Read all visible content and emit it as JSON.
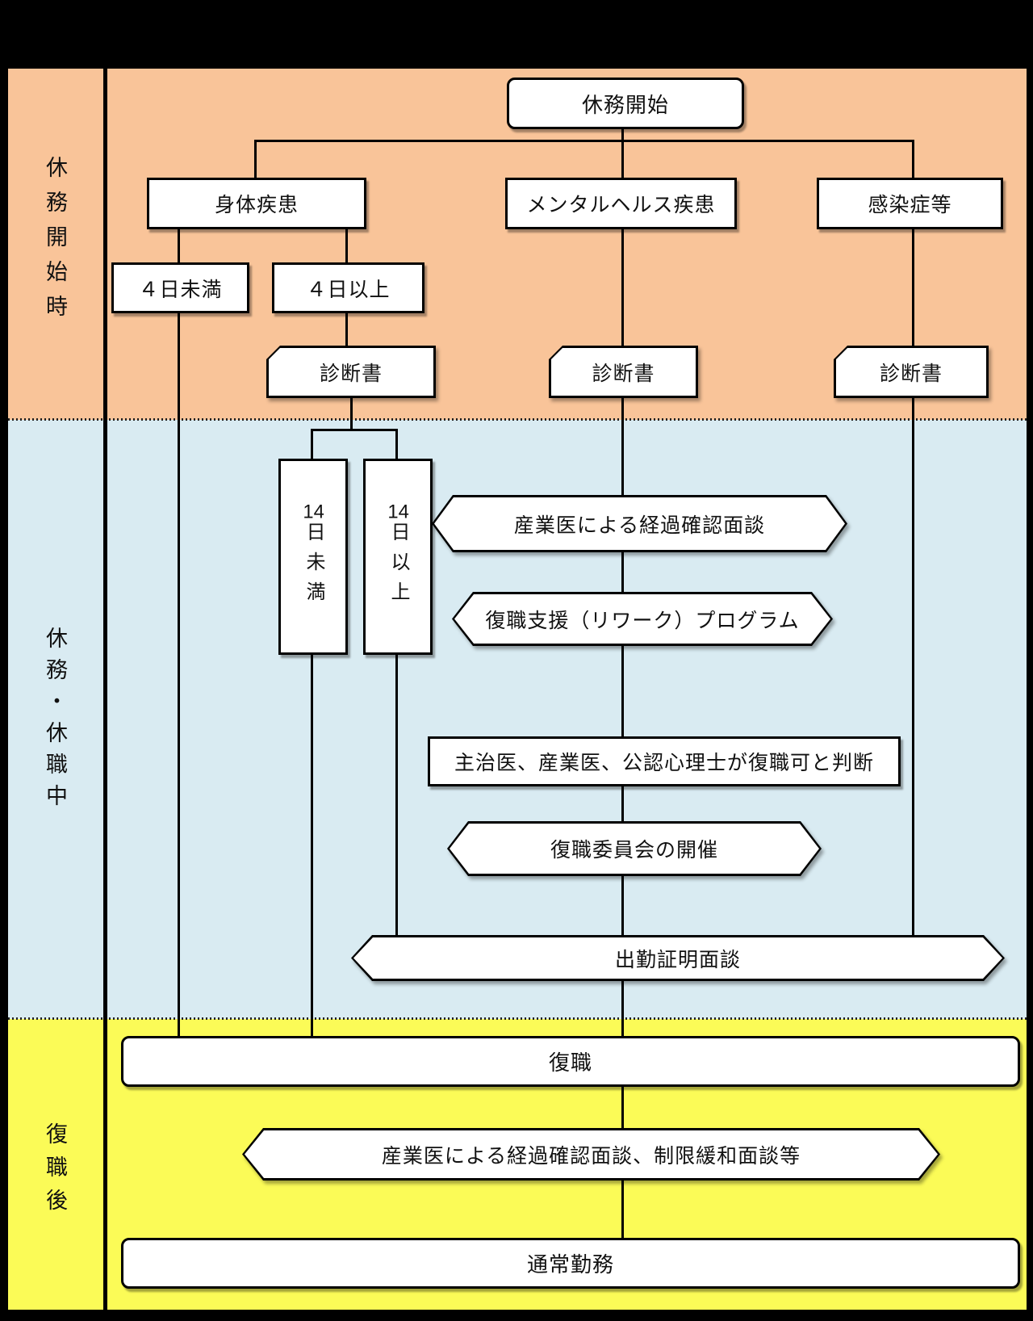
{
  "colors": {
    "background": "#000000",
    "band_start": "#F9C499",
    "band_during": "#D9EBF2",
    "band_after": "#FBFB57",
    "shape_fill": "#FFFFFF",
    "line": "#000000"
  },
  "sidebar": {
    "band_start_label": "休務開始時",
    "band_during_label": "休務・休職中",
    "band_after_label": "復職後"
  },
  "nodes": {
    "start": "休務開始",
    "physical": "身体疾患",
    "mental": "メンタルヘルス疾患",
    "infection": "感染症等",
    "under_4_days": "４日未満",
    "over_4_days": "４日以上",
    "certificate_physical": "診断書",
    "certificate_mental": "診断書",
    "certificate_infection": "診断書",
    "under_14_days": "14日未満",
    "over_14_days": "14日以上",
    "progress_interview": "産業医による経過確認面談",
    "rework_program": "復職支援（リワーク）プログラム",
    "return_judgment": "主治医、産業医、公認心理士が復職可と判断",
    "return_committee": "復職委員会の開催",
    "attendance_interview": "出勤証明面談",
    "return_to_work": "復職",
    "post_return_interview": "産業医による経過確認面談、制限緩和面談等",
    "normal_work": "通常勤務"
  }
}
